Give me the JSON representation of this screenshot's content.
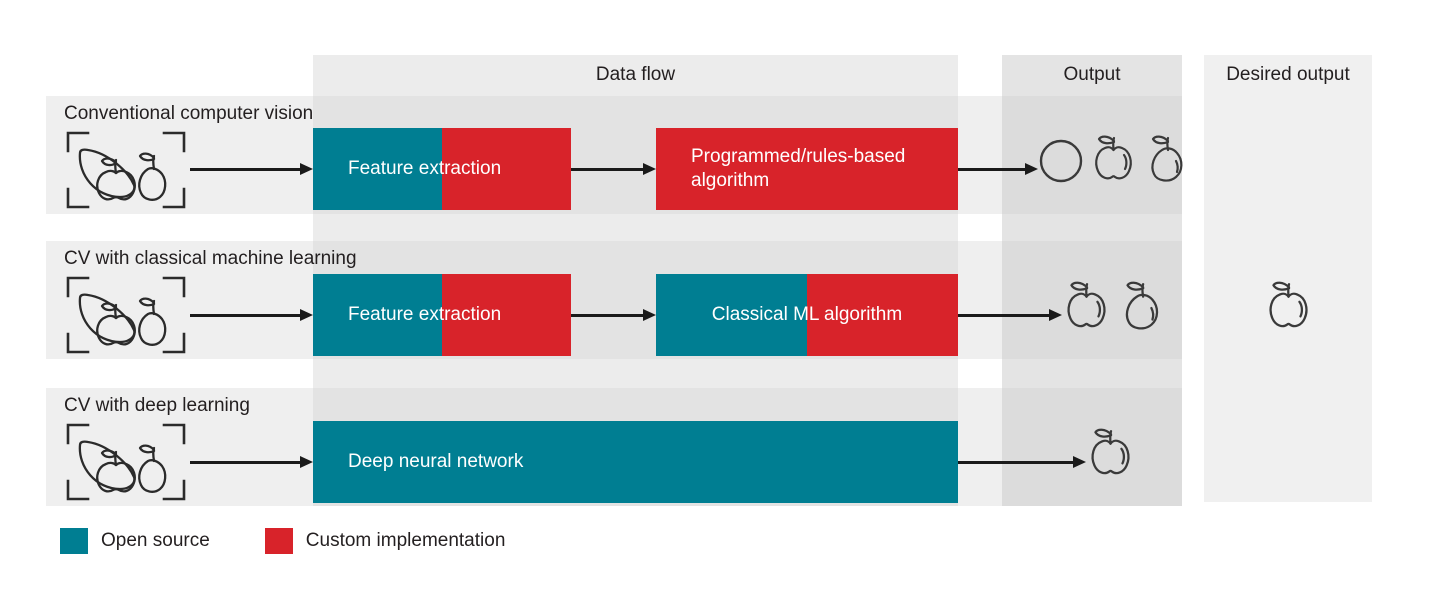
{
  "columns": {
    "data_flow": "Data flow",
    "output": "Output",
    "desired_output": "Desired output"
  },
  "rows": [
    {
      "label": "Conventional computer vision",
      "input_icon": "fruit-detection-frame-icon",
      "boxes": [
        {
          "text": "Feature extraction",
          "align": "left",
          "teal_ratio": 50,
          "red_ratio": 50
        },
        {
          "text": "Programmed/rules-based algorithm",
          "align": "left",
          "teal_ratio": 0,
          "red_ratio": 100
        }
      ],
      "output_icons": [
        "circle-icon",
        "apple-icon",
        "pear-icon"
      ]
    },
    {
      "label": "CV with classical machine learning",
      "input_icon": "fruit-detection-frame-icon",
      "boxes": [
        {
          "text": "Feature extraction",
          "align": "left",
          "teal_ratio": 50,
          "red_ratio": 50
        },
        {
          "text": "Classical ML algorithm",
          "align": "center",
          "teal_ratio": 50,
          "red_ratio": 50
        }
      ],
      "output_icons": [
        "apple-icon",
        "pear-icon"
      ]
    },
    {
      "label": "CV with deep learning",
      "input_icon": "fruit-detection-frame-icon",
      "boxes": [
        {
          "text": "Deep neural network",
          "align": "left",
          "teal_ratio": 100,
          "red_ratio": 0
        }
      ],
      "output_icons": [
        "apple-icon"
      ]
    }
  ],
  "desired_output_icons": [
    "apple-icon"
  ],
  "legend": [
    {
      "label": "Open source",
      "color": "#007e92"
    },
    {
      "label": "Custom implementation",
      "color": "#d8232a"
    }
  ],
  "colors": {
    "teal": "#007e92",
    "red": "#d8232a",
    "row_band": "#efefef",
    "flow_band": "#e3e3e3",
    "output_band": "#dcdcdc",
    "desired_band": "#f0f0f0",
    "text": "#231f20",
    "icon_stroke": "#3a3a3a",
    "arrow": "#1a1a1a"
  }
}
